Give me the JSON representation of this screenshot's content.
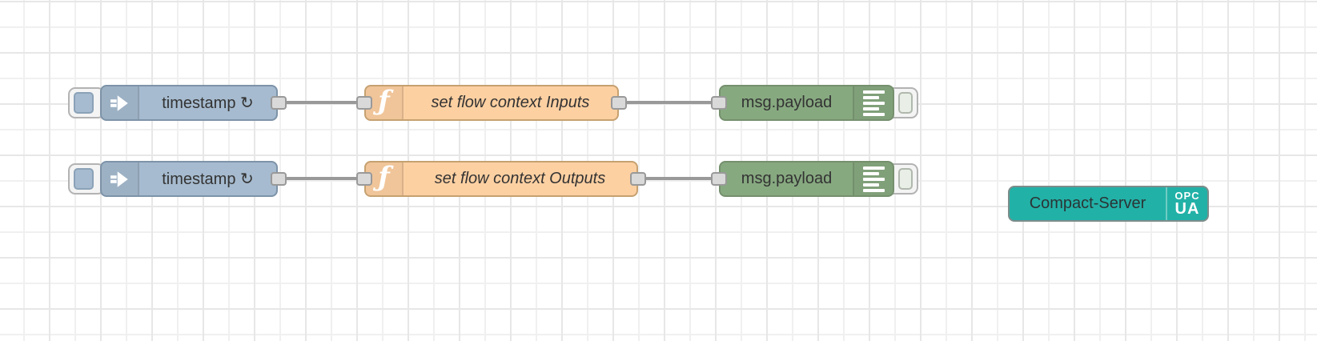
{
  "editor": {
    "type": "node-red-flow-canvas"
  },
  "colors": {
    "background": "#ffffff",
    "grid_line": "#ececec",
    "wire": "#999999",
    "inject_fill": "#a6bbcf",
    "function_fill": "#fdd0a2",
    "debug_fill": "#87a980",
    "server_fill": "#22b1a7",
    "port_fill": "#d9d9d9",
    "label_text": "#333333"
  },
  "rows": [
    {
      "inject_label": "timestamp ↻",
      "function_label": "set flow context Inputs",
      "debug_label": "msg.payload"
    },
    {
      "inject_label": "timestamp ↻",
      "function_label": "set flow context Outputs",
      "debug_label": "msg.payload"
    }
  ],
  "function_icon_glyph": "ƒ",
  "server": {
    "label": "Compact-Server",
    "badge_top": "OPC",
    "badge_bottom": "UA"
  }
}
